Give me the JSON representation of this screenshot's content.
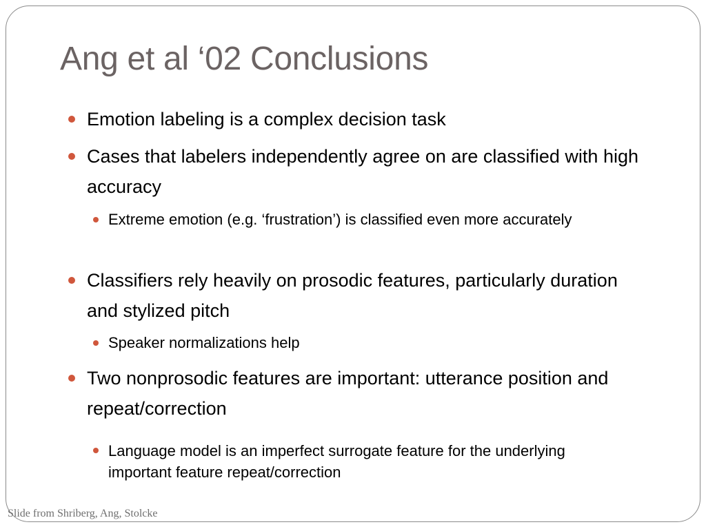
{
  "slide": {
    "title": "Ang et al ‘02 Conclusions",
    "bullets": [
      "Emotion labeling is a complex decision task",
      "Cases that labelers independently agree on are classified with high accuracy",
      "Extreme emotion (e.g. ‘frustration’) is classified even more accurately",
      "Classifiers rely heavily on prosodic features, particularly duration and stylized pitch",
      "Speaker normalizations help",
      "Two nonprosodic features are important: utterance position and repeat/correction",
      "Language model is an imperfect surrogate feature for the underlying important feature repeat/correction"
    ],
    "footer": "Slide from Shriberg, Ang, Stolcke"
  },
  "colors": {
    "title": "#6b6363",
    "bullet_marker": "#d0573c",
    "border": "#8a8a8a",
    "footer": "#6f6f6f"
  }
}
